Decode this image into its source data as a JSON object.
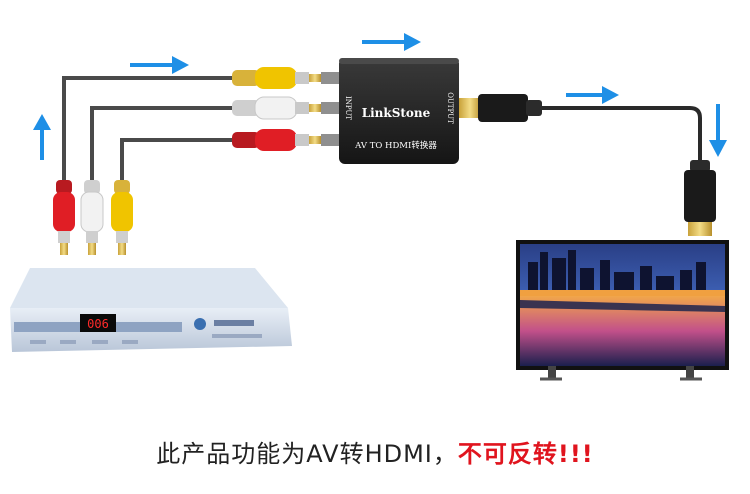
{
  "converter": {
    "brand": "LinkStone",
    "model": "AV TO HDMI转换器",
    "input_label": "INPUT",
    "output_label": "OUTPUT"
  },
  "stb": {
    "display": "006"
  },
  "caption": {
    "text": "此产品功能为AV转HDMI，",
    "warning": "不可反转!!!"
  },
  "colors": {
    "arrow": "#1e8fe6",
    "rca_yellow": "#f0c400",
    "rca_white": "#efefef",
    "rca_red": "#e01e25",
    "warning": "#e0141e"
  }
}
